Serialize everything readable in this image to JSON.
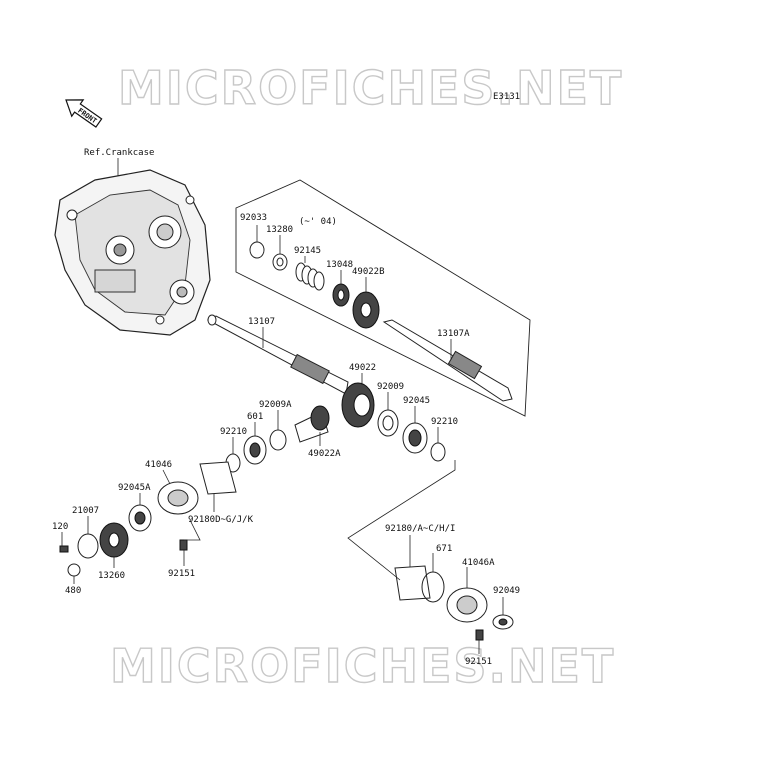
{
  "watermark": {
    "text": "MICROFICHES.NET"
  },
  "diagram_code": "E3131",
  "front_arrow_label": "FRONT",
  "ref_label": "Ref.Crankcase",
  "parts": [
    {
      "id": "p-92033",
      "label": "92033"
    },
    {
      "id": "p-13280",
      "label": "13280"
    },
    {
      "id": "p-year",
      "label": "(~' 04)"
    },
    {
      "id": "p-92145",
      "label": "92145"
    },
    {
      "id": "p-13048",
      "label": "13048"
    },
    {
      "id": "p-49022B",
      "label": "49022B"
    },
    {
      "id": "p-13107",
      "label": "13107"
    },
    {
      "id": "p-13107A",
      "label": "13107A"
    },
    {
      "id": "p-49022",
      "label": "49022"
    },
    {
      "id": "p-92009",
      "label": "92009"
    },
    {
      "id": "p-92045",
      "label": "92045"
    },
    {
      "id": "p-92009A",
      "label": "92009A"
    },
    {
      "id": "p-601",
      "label": "601"
    },
    {
      "id": "p-92210a",
      "label": "92210"
    },
    {
      "id": "p-92210b",
      "label": "92210"
    },
    {
      "id": "p-49022A",
      "label": "49022A"
    },
    {
      "id": "p-41046",
      "label": "41046"
    },
    {
      "id": "p-92045A",
      "label": "92045A"
    },
    {
      "id": "p-21007",
      "label": "21007"
    },
    {
      "id": "p-120",
      "label": "120"
    },
    {
      "id": "p-92180D",
      "label": "92180D~G/J/K"
    },
    {
      "id": "p-92180",
      "label": "92180/A~C/H/I"
    },
    {
      "id": "p-13260",
      "label": "13260"
    },
    {
      "id": "p-480",
      "label": "480"
    },
    {
      "id": "p-92151a",
      "label": "92151"
    },
    {
      "id": "p-671",
      "label": "671"
    },
    {
      "id": "p-41046A",
      "label": "41046A"
    },
    {
      "id": "p-92049",
      "label": "92049"
    },
    {
      "id": "p-92151b",
      "label": "92151"
    }
  ]
}
